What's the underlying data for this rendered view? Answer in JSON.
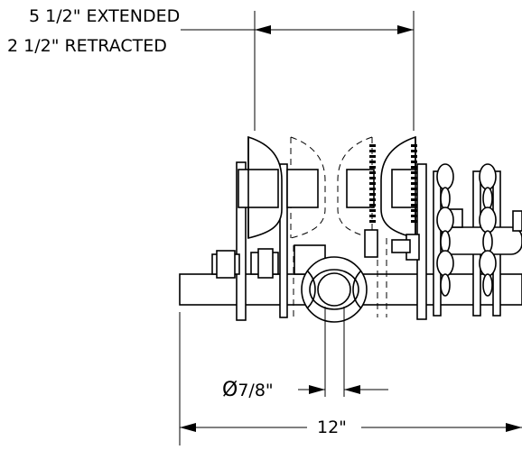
{
  "labels": {
    "extended": "5 1/2\" EXTENDED",
    "retracted": "2 1/2\" RETRACTED",
    "diameter_symbol": "Ø",
    "diameter_value": "7/8\"",
    "width": "12\""
  },
  "colors": {
    "line": "#000000",
    "background": "#ffffff"
  }
}
